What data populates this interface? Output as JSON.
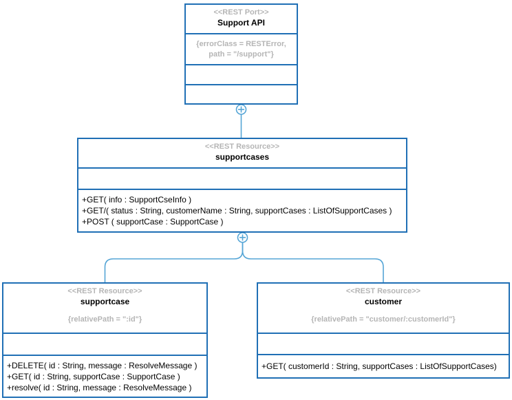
{
  "diagram": {
    "colors": {
      "box_border": "#1F6FB5",
      "connector": "#55A5D6",
      "muted_text": "#B5B5B5"
    },
    "nodes": {
      "support_api": {
        "stereotype": "<<REST Port>>",
        "name": "Support API",
        "constraint_line1": "{errorClass = RESTError,",
        "constraint_line2": "path = \"/support\"}"
      },
      "supportcases": {
        "stereotype": "<<REST Resource>>",
        "name": "supportcases",
        "operations": [
          "+GET( info : SupportCseInfo )",
          "+GET/( status : String, customerName : String, supportCases : ListOfSupportCases )",
          "+POST ( supportCase : SupportCase )"
        ]
      },
      "supportcase": {
        "stereotype": "<<REST Resource>>",
        "name": "supportcase",
        "constraint": "{relativePath = \":id\"}",
        "operations": [
          "+DELETE( id : String, message : ResolveMessage )",
          "+GET( id : String, supportCase : SupportCase )",
          "+resolve( id : String, message : ResolveMessage )"
        ]
      },
      "customer": {
        "stereotype": "<<REST Resource>>",
        "name": "customer",
        "constraint": "{relativePath = \"customer/:customerId\"}",
        "operations": [
          "+GET( customerId : String, supportCases : ListOfSupportCases)"
        ]
      }
    }
  }
}
